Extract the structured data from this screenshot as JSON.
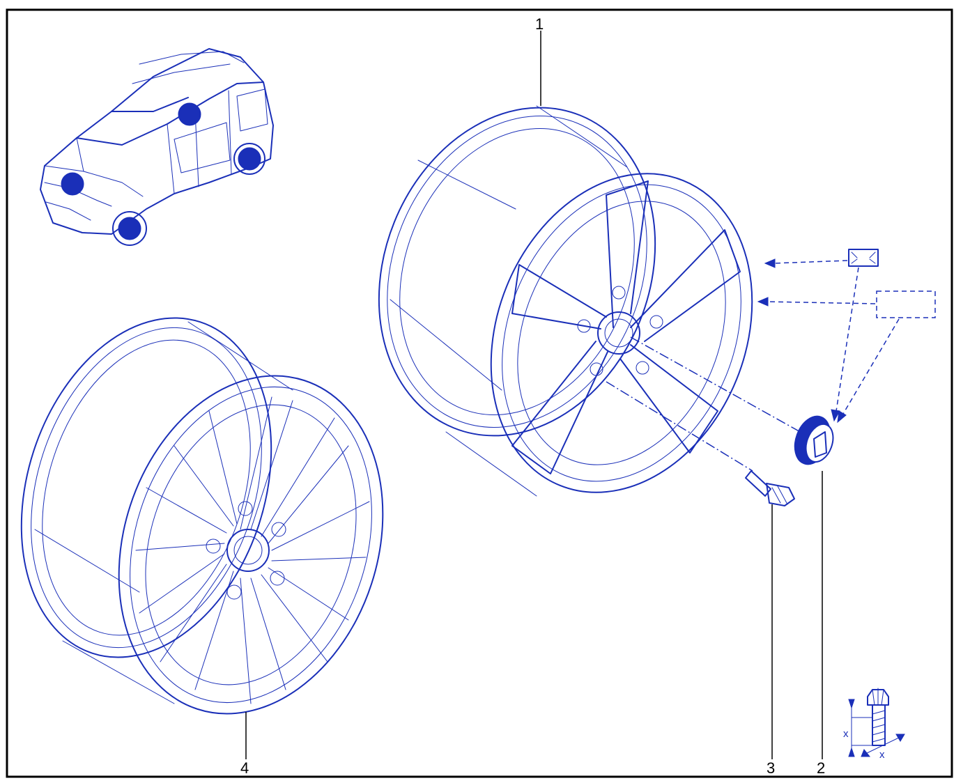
{
  "callouts": {
    "part_1": "1",
    "part_2": "2",
    "part_3": "3",
    "part_4": "4"
  },
  "torque_symbol": {
    "dim_x_left": "x",
    "dim_x_right": "x"
  },
  "colors": {
    "line_art": "#1a2fb8",
    "frame": "#000000",
    "background": "#ffffff"
  },
  "icons": [
    "vehicle-locator-icon",
    "bolt-torque-icon",
    "marking-label-icon"
  ]
}
